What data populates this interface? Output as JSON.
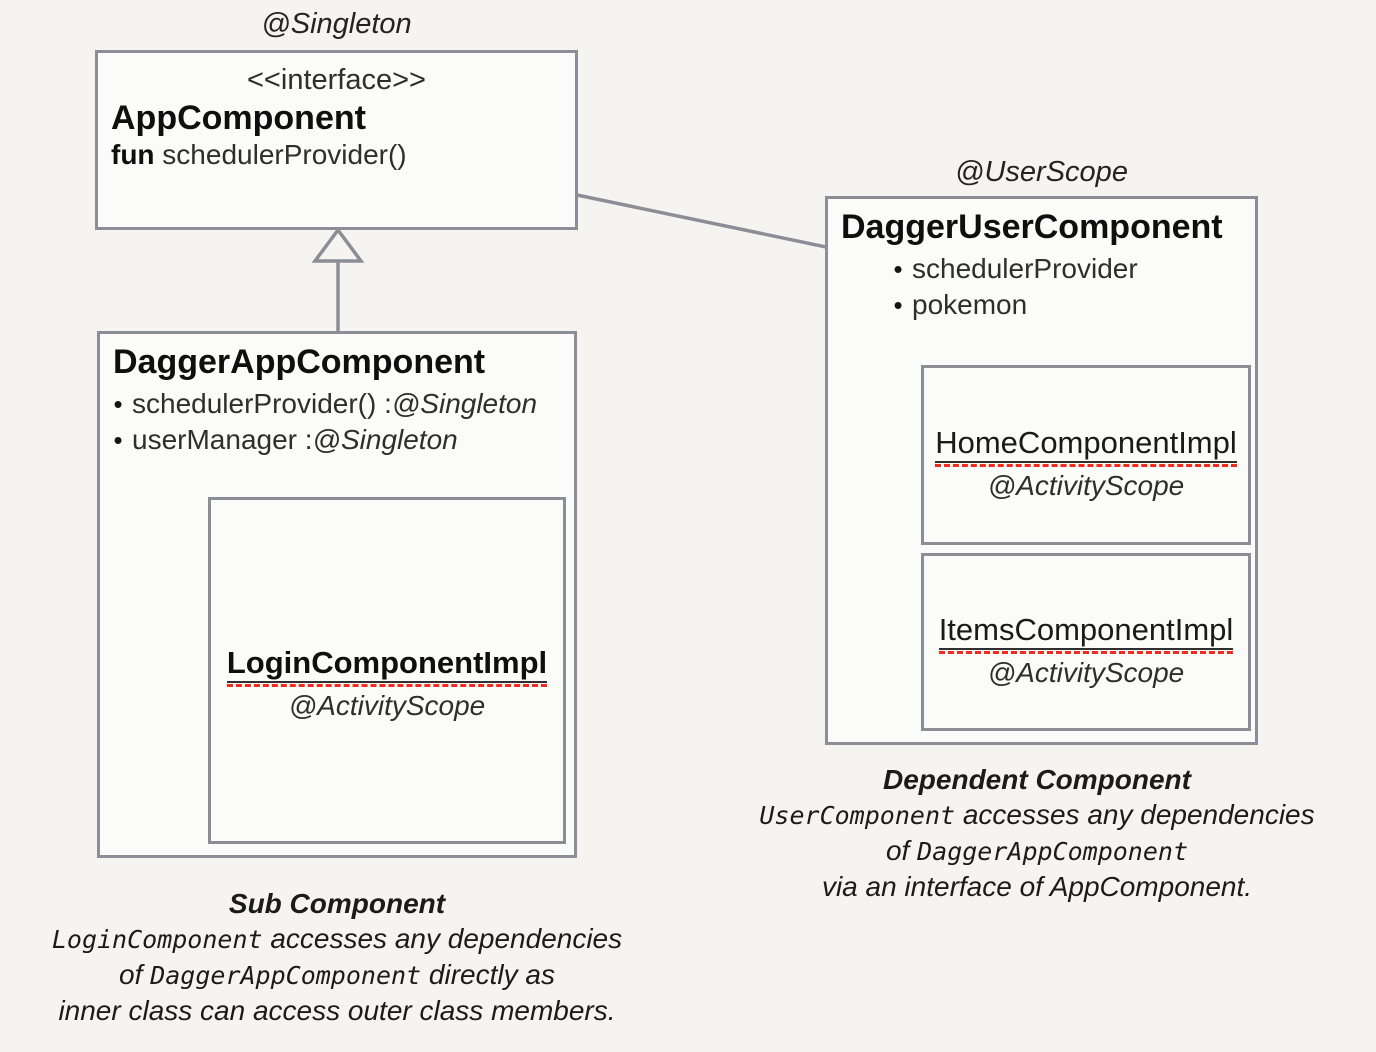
{
  "colors": {
    "background": "#f5f4f1",
    "box_fill": "#fbfbfa",
    "border_gray": "#8b8e96",
    "arrow_gray": "#8b8e96",
    "dotted_arrow_black": "#141414",
    "spellcheck_red": "#f42a1c"
  },
  "app_component": {
    "scope_label": "@Singleton",
    "stereotype": "<<interface>>",
    "name": "AppComponent",
    "method_keyword": "fun",
    "method_name": " schedulerProvider()"
  },
  "dagger_app_component": {
    "name": "DaggerAppComponent",
    "provisions": [
      {
        "text": "schedulerProvider() : ",
        "scope": "@Singleton"
      },
      {
        "text": "userManager : ",
        "scope": "@Singleton"
      }
    ],
    "inner": {
      "name": "LoginComponentImpl",
      "scope": "@ActivityScope"
    }
  },
  "dagger_user_component": {
    "scope_label": "@UserScope",
    "name": "DaggerUserComponent",
    "provisions": [
      "schedulerProvider",
      "pokemon"
    ],
    "inners": [
      {
        "name": "HomeComponentImpl",
        "scope": "@ActivityScope"
      },
      {
        "name": "ItemsComponentImpl",
        "scope": "@ActivityScope"
      }
    ]
  },
  "captions": {
    "sub": {
      "title": "Sub Component",
      "line2_mono": "LoginComponent",
      "line2_rest": " accesses any dependencies",
      "line3_pre": "of ",
      "line3_mono": "DaggerAppComponent",
      "line3_rest": " directly as",
      "line4": "inner class can access outer class members."
    },
    "dependent": {
      "title": "Dependent Component",
      "line2_mono": "UserComponent",
      "line2_rest": " accesses any dependencies",
      "line3_pre": "of ",
      "line3_mono": "DaggerAppComponent",
      "line4": "via an interface of AppComponent."
    }
  }
}
